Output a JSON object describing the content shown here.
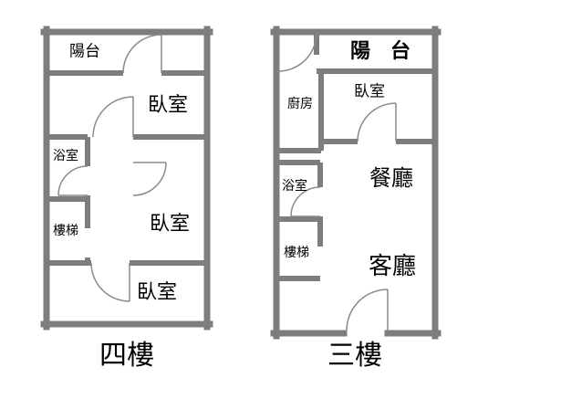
{
  "colors": {
    "wall": "#7d7d7d",
    "door_arc": "#8a8a8a",
    "background": "#ffffff",
    "text": "#000000"
  },
  "plans": [
    {
      "floor_label": "四樓",
      "rooms": {
        "balcony": "陽台",
        "bedroom_top": "臥室",
        "bathroom": "浴室",
        "stairs": "樓梯",
        "bedroom_middle": "臥室",
        "bedroom_bottom": "臥室"
      }
    },
    {
      "floor_label": "三樓",
      "rooms": {
        "balcony": "陽 台",
        "kitchen": "廚房",
        "bedroom": "臥室",
        "dining": "餐廳",
        "bathroom": "浴室",
        "stairs": "樓梯",
        "living": "客廳"
      }
    }
  ]
}
